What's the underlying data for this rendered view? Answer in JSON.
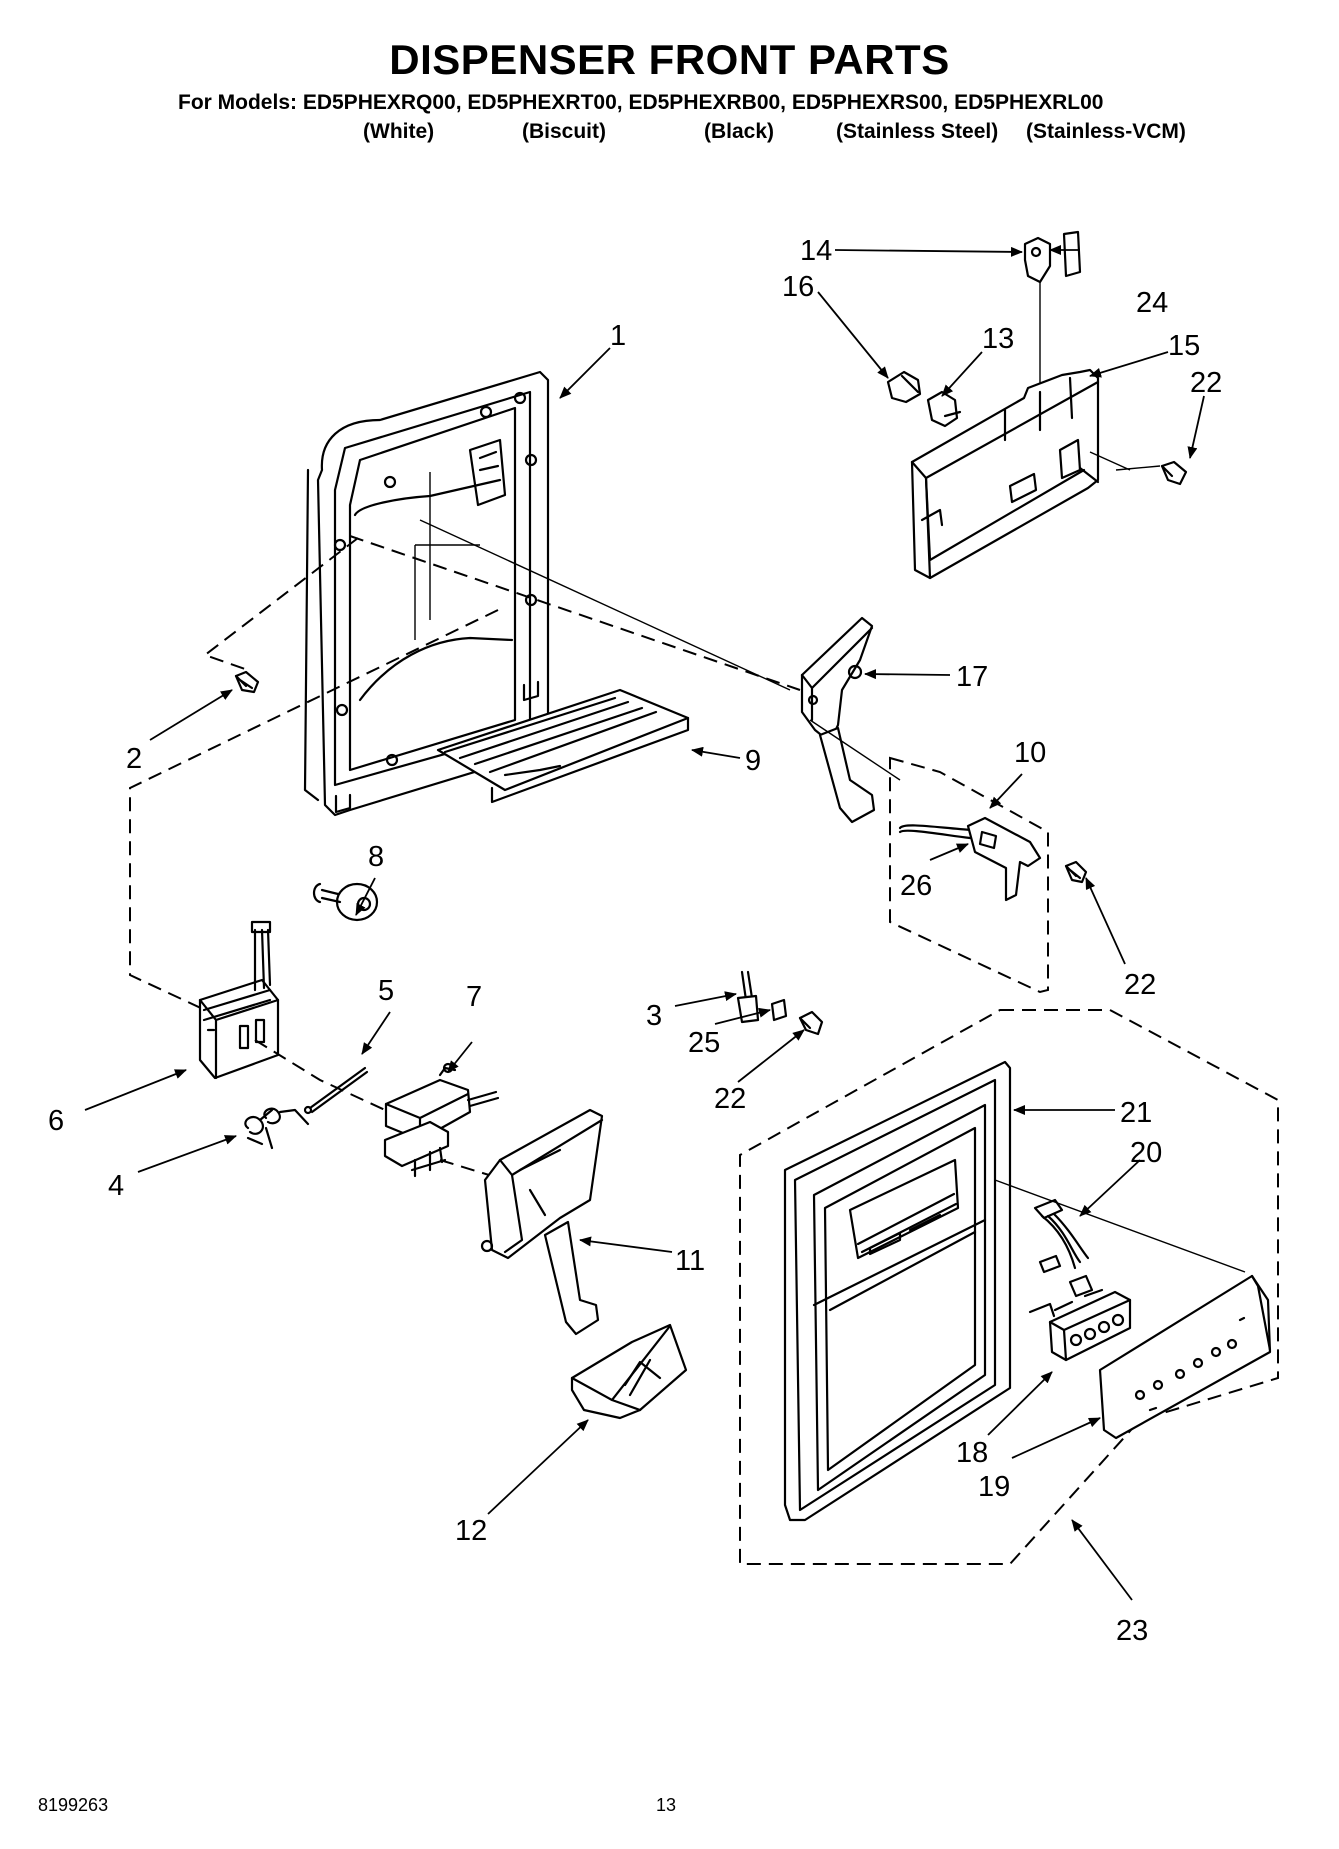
{
  "title": "DISPENSER FRONT PARTS",
  "models_line": "For Models: ED5PHEXRQ00, ED5PHEXRT00, ED5PHEXRB00, ED5PHEXRS00, ED5PHEXRL00",
  "colors": [
    "(White)",
    "(Biscuit)",
    "(Black)",
    "(Stainless Steel)",
    "(Stainless-VCM)"
  ],
  "footer": {
    "doc_number": "8199263",
    "page_number": "13"
  },
  "callouts": [
    "1",
    "2",
    "3",
    "4",
    "5",
    "6",
    "7",
    "8",
    "9",
    "10",
    "11",
    "12",
    "13",
    "14",
    "15",
    "16",
    "17",
    "18",
    "19",
    "20",
    "21",
    "22",
    "22",
    "22",
    "23",
    "24",
    "25",
    "26"
  ]
}
